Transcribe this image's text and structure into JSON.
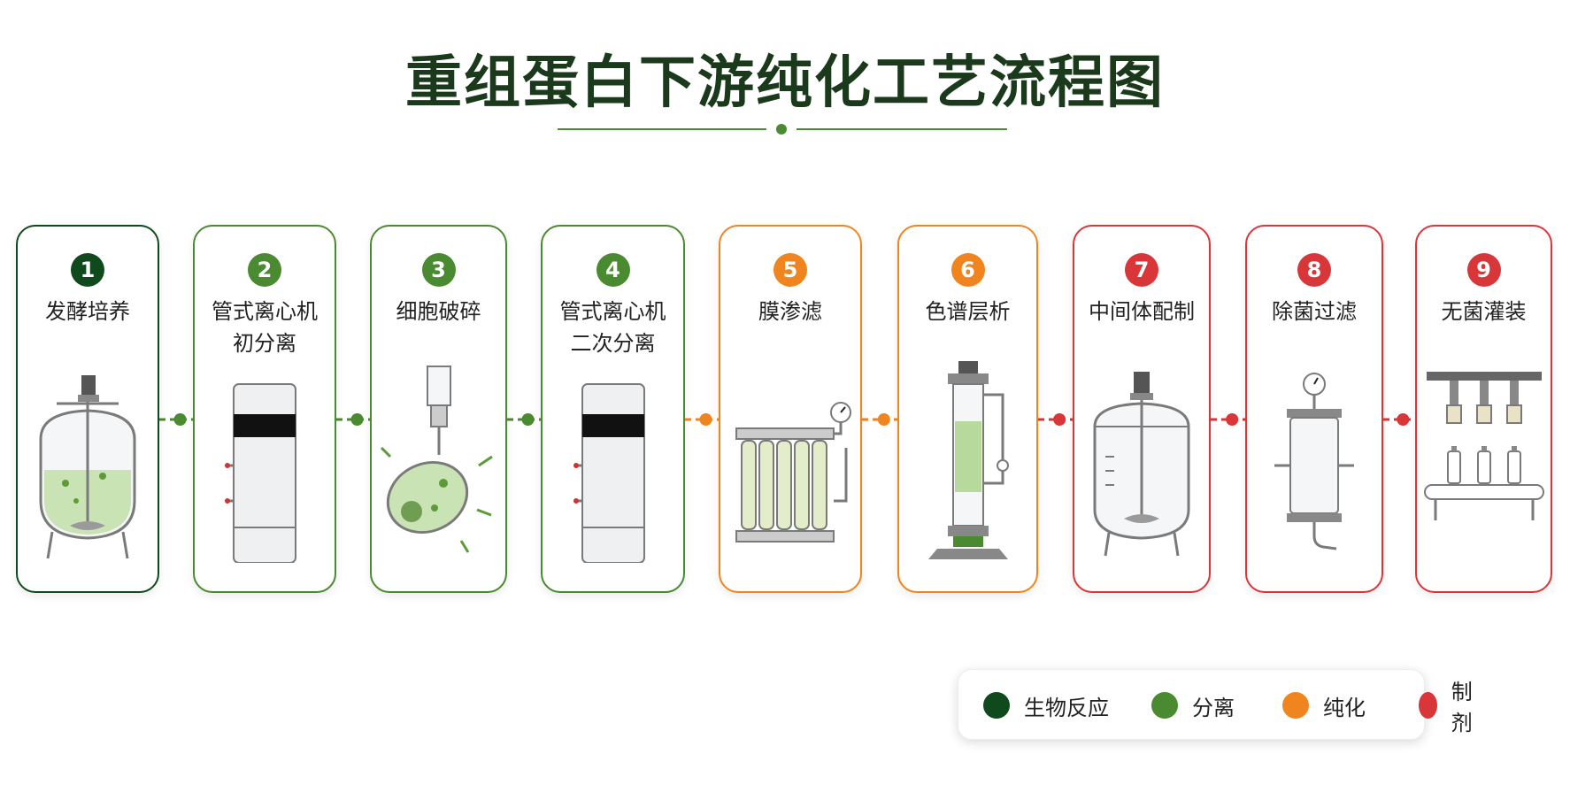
{
  "title": "重组蛋白下游纯化工艺流程图",
  "colors": {
    "bio": "#0f4a1d",
    "separation": "#4a8a30",
    "purification": "#f0851f",
    "formulation": "#d9363a",
    "title": "#1b3a1b"
  },
  "steps": [
    {
      "num": "1",
      "lines": [
        "发酵培养"
      ],
      "category": "bio",
      "icon": "fermenter-icon"
    },
    {
      "num": "2",
      "lines": [
        "管式离心机",
        "初分离"
      ],
      "category": "separation",
      "icon": "tubular-centrifuge-icon"
    },
    {
      "num": "3",
      "lines": [
        "细胞破碎"
      ],
      "category": "separation",
      "icon": "cell-disruption-icon"
    },
    {
      "num": "4",
      "lines": [
        "管式离心机",
        "二次分离"
      ],
      "category": "separation",
      "icon": "tubular-centrifuge-icon"
    },
    {
      "num": "5",
      "lines": [
        "膜渗滤"
      ],
      "category": "purification",
      "icon": "membrane-filter-icon"
    },
    {
      "num": "6",
      "lines": [
        "色谱层析"
      ],
      "category": "purification",
      "icon": "chromatography-column-icon"
    },
    {
      "num": "7",
      "lines": [
        "中间体配制"
      ],
      "category": "formulation",
      "icon": "mixing-tank-icon"
    },
    {
      "num": "8",
      "lines": [
        "除菌过滤"
      ],
      "category": "formulation",
      "icon": "sterile-filter-icon"
    },
    {
      "num": "9",
      "lines": [
        "无菌灌装"
      ],
      "category": "formulation",
      "icon": "filling-machine-icon"
    }
  ],
  "legend": [
    {
      "label": "生物反应",
      "category": "bio"
    },
    {
      "label": "分离",
      "category": "separation"
    },
    {
      "label": "纯化",
      "category": "purification"
    },
    {
      "label": "制剂",
      "category": "formulation"
    }
  ]
}
